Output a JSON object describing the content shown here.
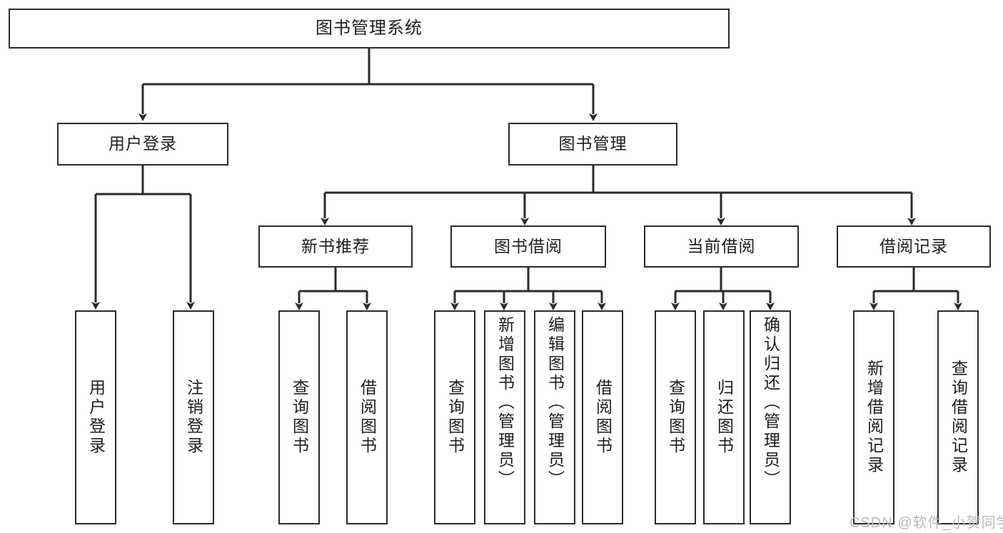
{
  "diagram": {
    "title": "图书管理系统",
    "type": "hierarchy-tree",
    "watermark": "CSDN @软件_小贺同学",
    "colors": {
      "background": "#ffffff",
      "box_border": "#2b2b2b",
      "box_fill": "#ffffff",
      "edge": "#2b2b2b",
      "text": "#1d1d1d",
      "watermark": "#b9b9b9"
    },
    "root": {
      "label": "图书管理系统"
    },
    "level2": [
      {
        "label": "用户登录"
      },
      {
        "label": "图书管理"
      }
    ],
    "level3": [
      {
        "label": "新书推荐"
      },
      {
        "label": "图书借阅"
      },
      {
        "label": "当前借阅"
      },
      {
        "label": "借阅记录"
      }
    ],
    "leaves": {
      "user_login": [
        {
          "label": "用户登录"
        },
        {
          "label": "注销登录"
        }
      ],
      "new_book_recommend": [
        {
          "label": "查询图书"
        },
        {
          "label": "借阅图书"
        }
      ],
      "book_borrow": [
        {
          "label": "查询图书"
        },
        {
          "label": "新增图书（管理员）"
        },
        {
          "label": "编辑图书（管理员）"
        },
        {
          "label": "借阅图书"
        }
      ],
      "current_borrow": [
        {
          "label": "查询图书"
        },
        {
          "label": "归还图书"
        },
        {
          "label": "确认归还（管理员）"
        }
      ],
      "borrow_record": [
        {
          "label": "新增借阅记录"
        },
        {
          "label": "查询借阅记录"
        }
      ]
    }
  }
}
